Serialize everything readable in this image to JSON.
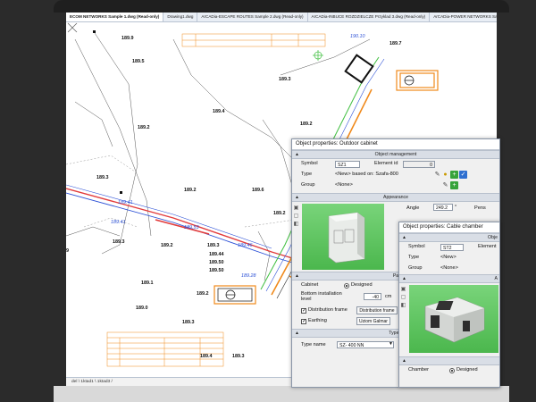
{
  "tabs": [
    {
      "label": "ECOM NETWORKS Sample 1.dwg (Read-only)",
      "active": true
    },
    {
      "label": "Drawing1.dwg"
    },
    {
      "label": "ArCADia-ESCAPE ROUTES Sample 2.dwg (Read-only)"
    },
    {
      "label": "ArCADia-INBUCE ROZDZIELCZE Przyklad 3.dwg (Read-only)"
    },
    {
      "label": "ArCADia-POWER NETWORKS Sample 1.dwg (Read-only)"
    }
  ],
  "drawing": {
    "spot_heights": [
      "189.5",
      "189.7",
      "189.2",
      "189.4",
      "189.2",
      "189.3",
      "189.2",
      "189.6",
      "189.3",
      "189.2",
      "189.3",
      "189.2",
      "189.1",
      "189.2",
      "189.0",
      "189.3",
      "189.4",
      "189.3",
      "189.3",
      "189.9"
    ],
    "route_labels": [
      "190.10",
      "189.41",
      "189.41",
      "189.53",
      "189.44",
      "189.50",
      "189.50",
      "189.46",
      "189.28"
    ],
    "left_edge_label": "9"
  },
  "status": {
    "layout_tabs": "del  \\ 1ktad1 \\ 1ktad3 /"
  },
  "cabinet_panel": {
    "title": "Object properties: Outdoor cabinet",
    "section_management": "Object management",
    "symbol_label": "Symbol",
    "symbol_value": "SZ1",
    "element_id_label": "Element id",
    "element_id_value": "0",
    "type_label": "Type",
    "type_value": "<New> based on: Szafa-800",
    "group_label": "Group",
    "group_value": "<None>",
    "section_appearance": "Appearance",
    "angle_label": "Angle",
    "angle_value": "249.2",
    "angle_unit": "°",
    "pens_label": "Pens",
    "section_parameters": "Pa",
    "cabinet_label": "Cabinet",
    "designed_label": "Designed",
    "bottom_label": "Bottom installation level",
    "bottom_value": "-40",
    "bottom_unit": "cm",
    "distribution_label": "Distribution frame",
    "distribution_button": "Distribution frame",
    "earthing_label": "Earthing",
    "earthing_value": "Uziom Galmar",
    "section_type": "Type p",
    "type_name_label": "Type name",
    "type_name_value": "SZ- 400 NN"
  },
  "chamber_panel": {
    "title": "Object properties: Cable chamber",
    "section_obj": "Obje",
    "symbol_label": "Symbol",
    "symbol_value": "ST2",
    "element_label": "Element",
    "type_label": "Type",
    "type_value": "<New>",
    "group_label": "Group",
    "group_value": "<None>",
    "section_a": "A",
    "chamber_label": "Chamber",
    "designed_label": "Designed"
  },
  "colors": {
    "route_blue": "#2a4fd6",
    "route_red": "#e23b3b",
    "orange": "#f08a1c",
    "green": "#3fbf3f",
    "panel_bg": "#f0f0f0"
  }
}
